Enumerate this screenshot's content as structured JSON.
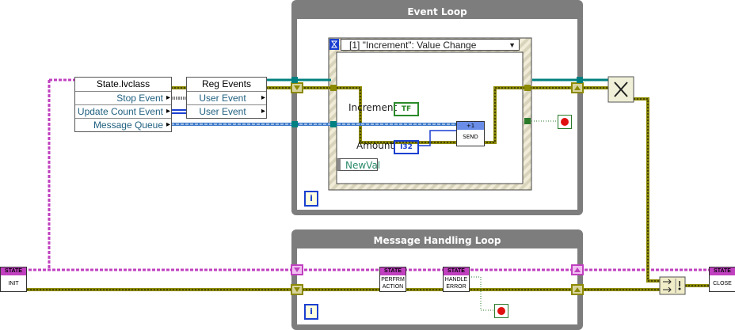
{
  "event_loop": {
    "title": "Event Loop",
    "case_label": "[1] \"Increment\": Value Change",
    "increment_label": "Increment",
    "increment_type": "TF",
    "amount_label": "Amount",
    "amount_type": "I32",
    "newval_label": "NewVal",
    "send_top": "+1",
    "send_bottom": "SEND",
    "iteration_icon": "i"
  },
  "message_loop": {
    "title": "Message Handling Loop",
    "iteration_icon": "i"
  },
  "state_class": {
    "title": "State.lvclass",
    "rows": [
      "Stop Event",
      "Update Count Event",
      "Message Queue"
    ]
  },
  "reg_events": {
    "title": "Reg Events",
    "rows": [
      "User Event",
      "User Event"
    ]
  },
  "states": [
    {
      "top": "STATE",
      "bottom": "INIT"
    },
    {
      "top": "STATE",
      "bottom": "PERFRM ACTION"
    },
    {
      "top": "STATE",
      "bottom": "HANDLE ERROR"
    },
    {
      "top": "STATE",
      "bottom": "CLOSE"
    }
  ],
  "colors": {
    "error_wire": "#8c8a00",
    "class_wire": "#c040c0",
    "event_wire": "#008080",
    "queue_wire": "#3c78c8",
    "loop_frame": "#7d7d7d"
  }
}
